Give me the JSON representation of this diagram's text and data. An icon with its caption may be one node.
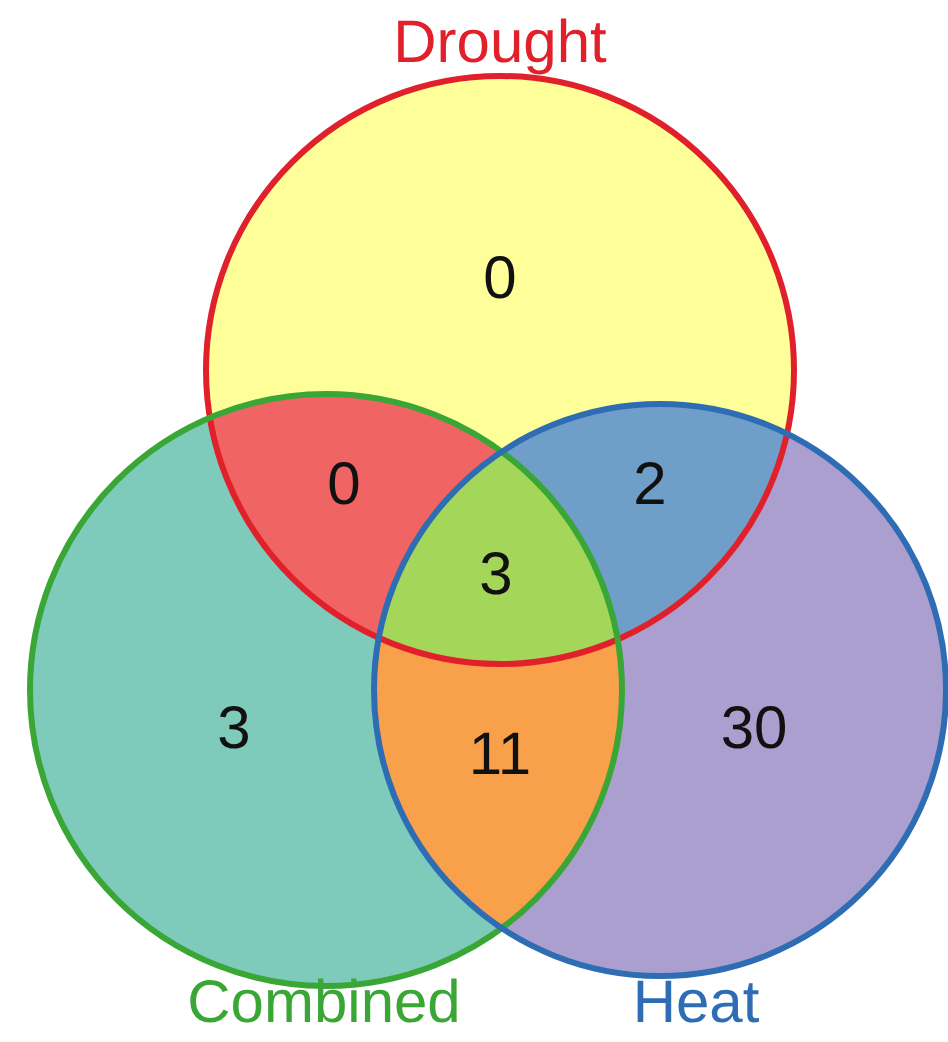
{
  "diagram": {
    "nodes": [
      {
        "text": [
          "Drought"
        ]
      },
      {
        "text": [
          "Combined"
        ]
      },
      {
        "text": [
          "Heat"
        ]
      }
    ],
    "labels": [
      "0",
      "0",
      "2",
      "3",
      "3",
      "11",
      "30"
    ]
  }
}
